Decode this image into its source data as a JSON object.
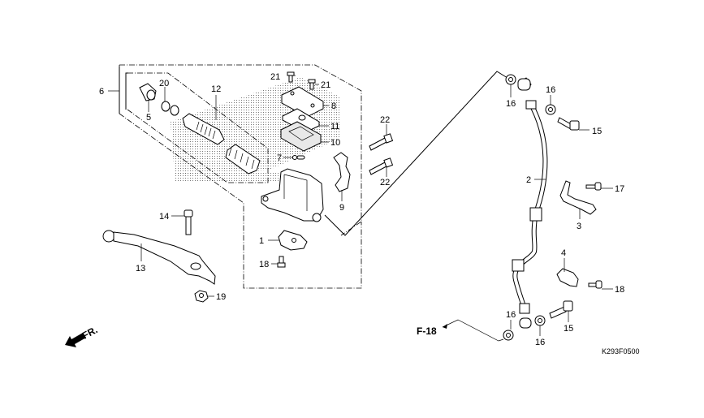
{
  "diagram": {
    "title": "Front Brake Master Cylinder Parts Diagram",
    "drawing_code": "K293F0500",
    "front_indicator": "FR.",
    "reference_label": "F-18",
    "callouts": [
      {
        "id": "c1",
        "label": "1",
        "part": "brake switch"
      },
      {
        "id": "c2",
        "label": "2",
        "part": "brake hose"
      },
      {
        "id": "c3",
        "label": "3",
        "part": "hose clamp bracket"
      },
      {
        "id": "c4",
        "label": "4",
        "part": "hose clamp"
      },
      {
        "id": "c5",
        "label": "5",
        "part": "boot"
      },
      {
        "id": "c6",
        "label": "6",
        "part": "piston set"
      },
      {
        "id": "c7",
        "label": "7",
        "part": "pin"
      },
      {
        "id": "c8",
        "label": "8",
        "part": "reservoir cap"
      },
      {
        "id": "c9",
        "label": "9",
        "part": "master cylinder holder"
      },
      {
        "id": "c10",
        "label": "10",
        "part": "diaphragm"
      },
      {
        "id": "c11",
        "label": "11",
        "part": "diaphragm plate"
      },
      {
        "id": "c12",
        "label": "12",
        "part": "piston"
      },
      {
        "id": "c13",
        "label": "13",
        "part": "brake lever"
      },
      {
        "id": "c14",
        "label": "14",
        "part": "pivot bolt"
      },
      {
        "id": "c15a",
        "label": "15",
        "part": "oil bolt"
      },
      {
        "id": "c15b",
        "label": "15",
        "part": "oil bolt"
      },
      {
        "id": "c16a",
        "label": "16",
        "part": "sealing washer"
      },
      {
        "id": "c16b",
        "label": "16",
        "part": "sealing washer"
      },
      {
        "id": "c16c",
        "label": "16",
        "part": "sealing washer"
      },
      {
        "id": "c16d",
        "label": "16",
        "part": "sealing washer"
      },
      {
        "id": "c17",
        "label": "17",
        "part": "circlip"
      },
      {
        "id": "c18a",
        "label": "18",
        "part": "screw"
      },
      {
        "id": "c18b",
        "label": "18",
        "part": "screw"
      },
      {
        "id": "c19",
        "label": "19",
        "part": "screw"
      },
      {
        "id": "c20",
        "label": "20",
        "part": "nut"
      },
      {
        "id": "c21a",
        "label": "21",
        "part": "bolt"
      },
      {
        "id": "c21b",
        "label": "21",
        "part": "bolt"
      },
      {
        "id": "c22a",
        "label": "22",
        "part": "bolt"
      },
      {
        "id": "c22b",
        "label": "22",
        "part": "bolt"
      }
    ]
  }
}
